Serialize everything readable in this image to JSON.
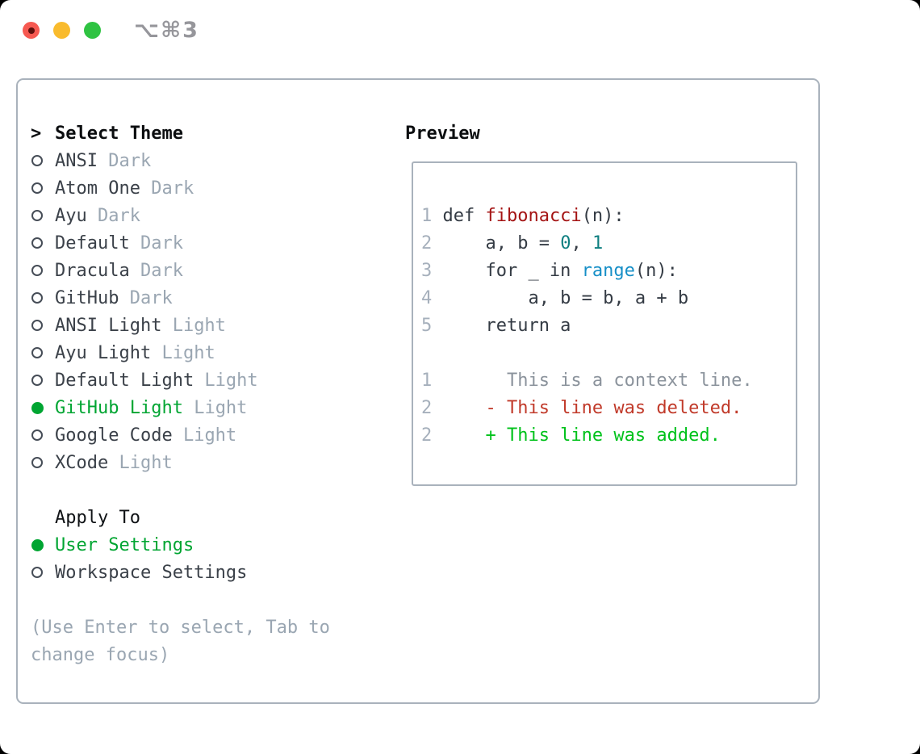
{
  "window": {
    "title": "⌥⌘3",
    "traffic_lights": [
      {
        "name": "close",
        "color": "#f65951",
        "edited_dot_color": "#5f100d"
      },
      {
        "name": "minimize",
        "color": "#f9bb2d"
      },
      {
        "name": "zoom",
        "color": "#2fc342"
      }
    ]
  },
  "colors": {
    "accent_green": "#00a532",
    "text_dark": "#3b4149",
    "text_muted": "#9aa6b2",
    "border_gray": "#a9b2bc",
    "line_number": "#a6b0bc",
    "syntax_function_red": "#a41414",
    "syntax_number_teal": "#0e7f80",
    "syntax_builtin_blue": "#168fc7",
    "diff_context_gray": "#8b939c",
    "diff_deleted_red": "#c13a2a",
    "diff_added_green": "#00c21b"
  },
  "theme_selector": {
    "header_marker": ">",
    "header": "Select Theme",
    "themes": [
      {
        "name": "ANSI",
        "variant": "Dark",
        "selected": false
      },
      {
        "name": "Atom One",
        "variant": "Dark",
        "selected": false
      },
      {
        "name": "Ayu",
        "variant": "Dark",
        "selected": false
      },
      {
        "name": "Default",
        "variant": "Dark",
        "selected": false
      },
      {
        "name": "Dracula",
        "variant": "Dark",
        "selected": false
      },
      {
        "name": "GitHub",
        "variant": "Dark",
        "selected": false
      },
      {
        "name": "ANSI Light",
        "variant": "Light",
        "selected": false
      },
      {
        "name": "Ayu Light",
        "variant": "Light",
        "selected": false
      },
      {
        "name": "Default Light",
        "variant": "Light",
        "selected": false
      },
      {
        "name": "GitHub Light",
        "variant": "Light",
        "selected": true
      },
      {
        "name": "Google Code",
        "variant": "Light",
        "selected": false
      },
      {
        "name": "XCode",
        "variant": "Light",
        "selected": false
      }
    ],
    "apply_to": {
      "header": "Apply To",
      "options": [
        {
          "label": "User Settings",
          "selected": true
        },
        {
          "label": "Workspace Settings",
          "selected": false
        }
      ]
    },
    "hint_lines": [
      "(Use Enter to select, Tab to",
      "change focus)"
    ]
  },
  "preview": {
    "title": "Preview",
    "code_lines": [
      {
        "number": "1",
        "tokens": [
          {
            "text": "def ",
            "type": "code"
          },
          {
            "text": "fibonacci",
            "type": "func"
          },
          {
            "text": "(n):",
            "type": "code"
          }
        ]
      },
      {
        "number": "2",
        "tokens": [
          {
            "text": "    a, b = ",
            "type": "code"
          },
          {
            "text": "0",
            "type": "num"
          },
          {
            "text": ", ",
            "type": "code"
          },
          {
            "text": "1",
            "type": "num"
          }
        ]
      },
      {
        "number": "3",
        "tokens": [
          {
            "text": "    for _ in ",
            "type": "code"
          },
          {
            "text": "range",
            "type": "builtin"
          },
          {
            "text": "(n):",
            "type": "code"
          }
        ]
      },
      {
        "number": "4",
        "tokens": [
          {
            "text": "        a, b = b, a + b",
            "type": "code"
          }
        ]
      },
      {
        "number": "5",
        "tokens": [
          {
            "text": "    return a",
            "type": "code"
          }
        ]
      }
    ],
    "diff_lines": [
      {
        "number": "1",
        "text": "      This is a context line.",
        "type": "context"
      },
      {
        "number": "2",
        "text": "    - This line was deleted.",
        "type": "deleted"
      },
      {
        "number": "2",
        "text": "    + This line was added.",
        "type": "added"
      }
    ]
  }
}
